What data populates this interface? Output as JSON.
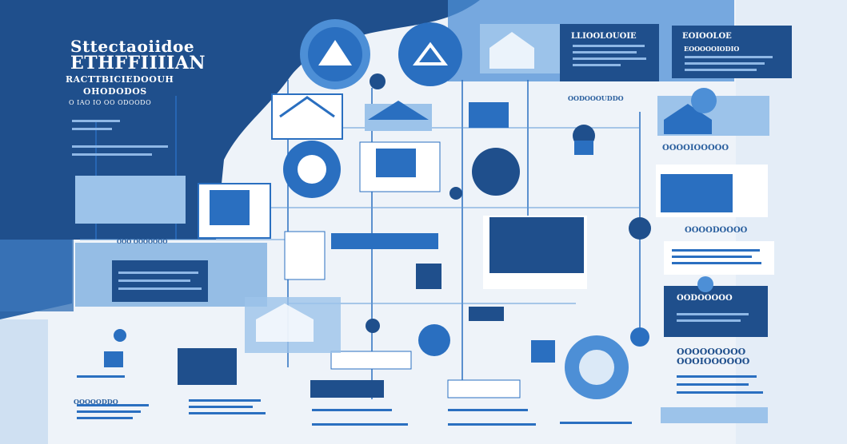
{
  "title": {
    "line1": "Sttectaoiidoe",
    "line2": "ETHFFIIIIAN",
    "line3": "RACTTBICIEDOOUH",
    "line4": "OHODODOS",
    "line5": "O IAO IO OO ODOODO"
  },
  "captions": {
    "panel_top_a": "LLIOOLOUOIE",
    "panel_top_b": "EOIOOLOE",
    "panel_top_b_sub": "EOOOOOIODIO",
    "mid_a": "OODOOOUDDO",
    "right_a": "OOOOIOOOOO",
    "right_b": "OOOODOOOO",
    "right_dark": "OODOOOOO",
    "right_bottom_1": "OOOOOOOOO",
    "right_bottom_2": "OOOIOOOOOO",
    "left_small": "OOO OOOOOOO",
    "left_bottom": "OOOOODDO"
  },
  "colors": {
    "navy": "#1f4f8c",
    "blue": "#2a6fc0",
    "mid_blue": "#4d8fd6",
    "light_blue": "#bcd6f0",
    "pale": "#e7eff8",
    "accent": "#3b7fd0"
  }
}
